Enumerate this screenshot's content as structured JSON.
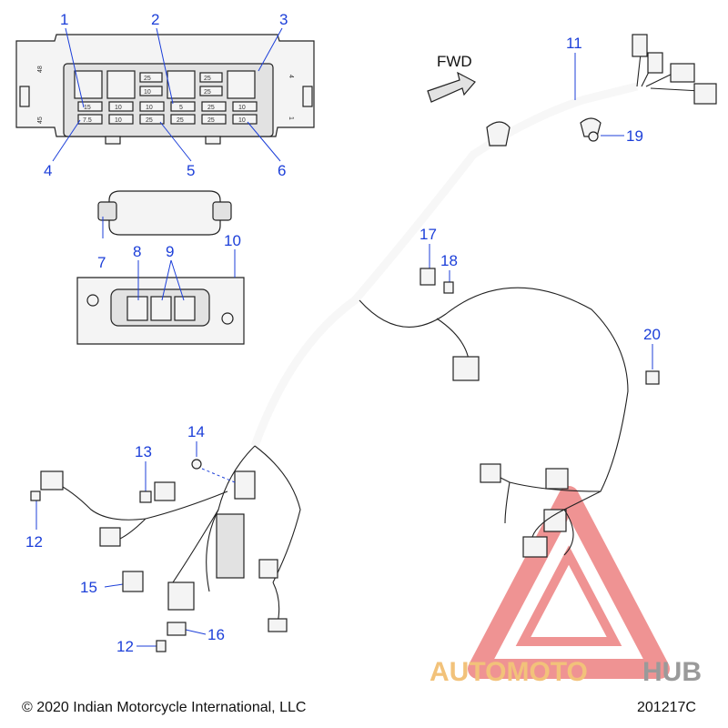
{
  "fwd_label": "FWD",
  "callouts": {
    "c1": "1",
    "c2": "2",
    "c3": "3",
    "c4": "4",
    "c5": "5",
    "c6": "6",
    "c7": "7",
    "c8": "8",
    "c9": "9",
    "c10": "10",
    "c11": "11",
    "c12a": "12",
    "c12b": "12",
    "c13": "13",
    "c14": "14",
    "c15": "15",
    "c16": "16",
    "c17": "17",
    "c18": "18",
    "c19": "19",
    "c20": "20"
  },
  "fuse_box": {
    "side_labels": {
      "tl": "48",
      "bl": "45",
      "tr": "4",
      "br": "1"
    },
    "row1": [
      "25",
      "",
      "25",
      ""
    ],
    "row2": [
      "10",
      "",
      "25",
      ""
    ],
    "row3": [
      "15",
      "10",
      "10",
      "5",
      "25",
      "10"
    ],
    "row4": [
      "7.5",
      "10",
      "25",
      "25",
      "25",
      "10"
    ]
  },
  "watermark": {
    "part1": "AUTOMOTO",
    "part2": "HUB",
    "triangle_color": "#e23b3b"
  },
  "footer": {
    "copyright": "© 2020 Indian Motorcycle International, LLC",
    "figure_id": "201217C"
  }
}
